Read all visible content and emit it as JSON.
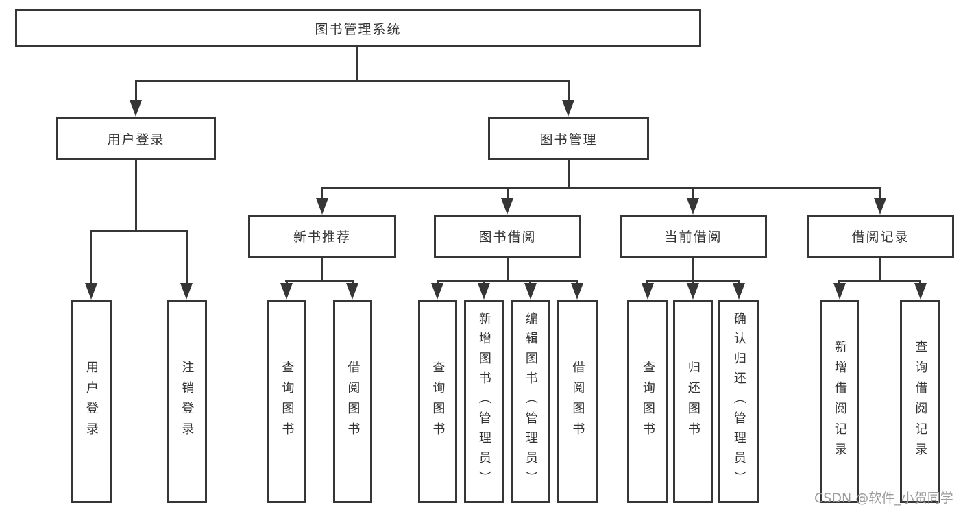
{
  "tree": {
    "label": "图书管理系统",
    "children": [
      {
        "label": "用户登录",
        "children": [
          {
            "label": "用户登录"
          },
          {
            "label": "注销登录"
          }
        ]
      },
      {
        "label": "图书管理",
        "children": [
          {
            "label": "新书推荐",
            "children": [
              {
                "label": "查询图书"
              },
              {
                "label": "借阅图书"
              }
            ]
          },
          {
            "label": "图书借阅",
            "children": [
              {
                "label": "查询图书"
              },
              {
                "label": "新增图书（管理员）"
              },
              {
                "label": "编辑图书（管理员）"
              },
              {
                "label": "借阅图书"
              }
            ]
          },
          {
            "label": "当前借阅",
            "children": [
              {
                "label": "查询图书"
              },
              {
                "label": "归还图书"
              },
              {
                "label": "确认归还（管理员）"
              }
            ]
          },
          {
            "label": "借阅记录",
            "children": [
              {
                "label": "新增借阅记录"
              },
              {
                "label": "查询借阅记录"
              }
            ]
          }
        ]
      }
    ]
  },
  "watermark": {
    "text": "CSDN @软件_小贺同学"
  },
  "colors": {
    "line": "#363636",
    "box_border": "#363636",
    "box_fill": "#ffffff",
    "text": "#333333",
    "watermark": "#9c9c9c",
    "background": "#ffffff"
  }
}
